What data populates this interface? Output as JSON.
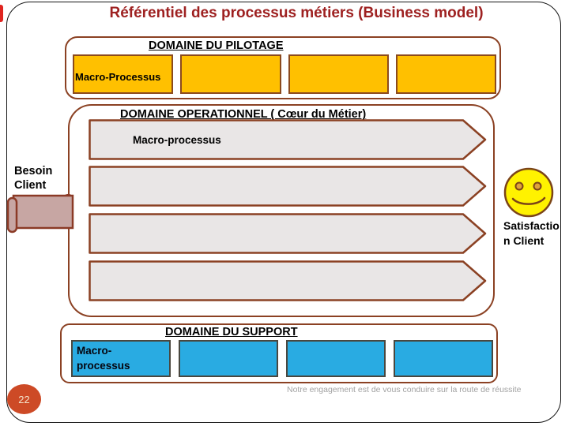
{
  "slide": {
    "title": "Référentiel des processus métiers (Business model)",
    "page_number": "22",
    "footer_text": "Notre engagement est de vous conduire sur la route de réussite"
  },
  "domains": {
    "pilotage": {
      "title": "DOMAINE DU PILOTAGE",
      "box_count": 4,
      "box1_label": "Macro-Processus"
    },
    "operationnel": {
      "title": "DOMAINE OPERATIONNEL ( Cœur du Métier)",
      "arrow_count": 4,
      "arrow1_label": "Macro-processus"
    },
    "support": {
      "title": "DOMAINE DU SUPPORT",
      "box_count": 4,
      "box1_label_lines": [
        "Macro-",
        "processus"
      ]
    }
  },
  "flow": {
    "input_label": "Besoin Client",
    "output_label_lines": [
      "Satisfactio",
      "n Client"
    ],
    "input_icon": "scroll-shape",
    "output_icon": "smiley-face"
  },
  "colors": {
    "title_text": "#9E2121",
    "container_border": "#8B4123",
    "pilotage_box_fill": "#FFC000",
    "pilotage_box_border": "#8B4A1E",
    "operational_arrow_fill": "#E9E6E6",
    "support_box_fill": "#29ABE2",
    "support_box_border": "#4A473F",
    "scroll_fill": "#C7A6A3",
    "scroll_border": "#8B3A26",
    "smiley_fill": "#FFF200",
    "smiley_border": "#7B4418",
    "page_circle_fill": "#CD4A26",
    "footer_text_color": "#A2A2A2",
    "edge_mark": "#E02520"
  }
}
